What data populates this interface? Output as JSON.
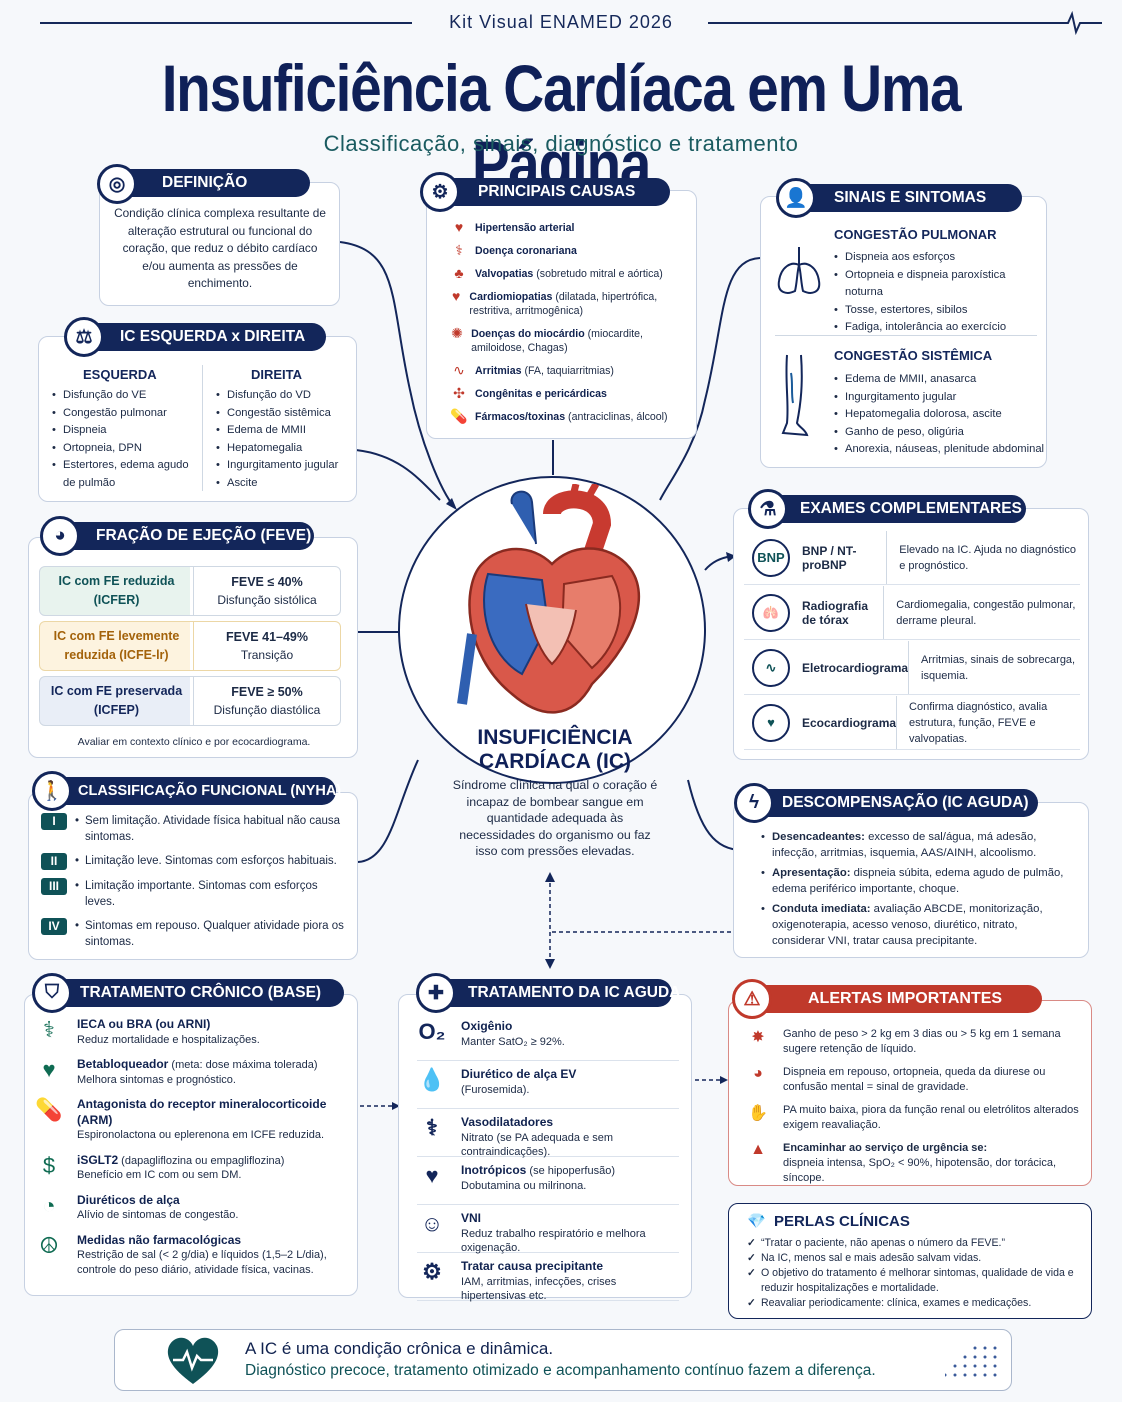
{
  "kicker": "Kit Visual ENAMED 2026",
  "title": "Insuficiência Cardíaca em Uma Página",
  "subtitle": "Classificação, sinais, diagnóstico e tratamento",
  "definicao": {
    "header": "DEFINIÇÃO",
    "text": "Condição clínica complexa resultante de alteração estrutural ou funcional do coração, que reduz o débito cardíaco e/ou aumenta as pressões de enchimento."
  },
  "causas": {
    "header": "PRINCIPAIS CAUSAS",
    "items": [
      {
        "b": "Hipertensão arterial",
        "t": ""
      },
      {
        "b": "Doença coronariana",
        "t": ""
      },
      {
        "b": "Valvopatias",
        "t": " (sobretudo mitral e aórtica)"
      },
      {
        "b": "Cardiomiopatias",
        "t": " (dilatada, hipertrófica, restritiva, arritmogênica)"
      },
      {
        "b": "Doenças do miocárdio",
        "t": " (miocardite, amiloidose, Chagas)"
      },
      {
        "b": "Arritmias",
        "t": " (FA, taquiarritmias)"
      },
      {
        "b": "Congênitas e pericárdicas",
        "t": ""
      },
      {
        "b": "Fármacos/toxinas",
        "t": " (antraciclinas, álcool)"
      }
    ]
  },
  "sinais": {
    "header": "SINAIS E SINTOMAS",
    "pulm_title": "CONGESTÃO PULMONAR",
    "pulm": [
      "Dispneia aos esforços",
      "Ortopneia e dispneia paroxística noturna",
      "Tosse, estertores, sibilos",
      "Fadiga, intolerância ao exercício"
    ],
    "sist_title": "CONGESTÃO SISTÊMICA",
    "sist": [
      "Edema de MMII, anasarca",
      "Ingurgitamento jugular",
      "Hepatomegalia dolorosa, ascite",
      "Ganho de peso, oligúria",
      "Anorexia, náuseas, plenitude abdominal"
    ]
  },
  "icd": {
    "header": "IC ESQUERDA x DIREITA",
    "esq_title": "ESQUERDA",
    "esq": [
      "Disfunção do VE",
      "Congestão pulmonar",
      "Dispneia",
      "Ortopneia, DPN",
      "Estertores, edema agudo de pulmão"
    ],
    "dir_title": "DIREITA",
    "dir": [
      "Disfunção do VD",
      "Congestão sistêmica",
      "Edema de MMII",
      "Hepatomegalia",
      "Ingurgitamento jugular",
      "Ascite"
    ]
  },
  "feve": {
    "header": "FRAÇÃO DE EJEÇÃO (FEVE)",
    "rows": [
      {
        "l": "IC com FE reduzida (ICFER)",
        "v": "FEVE ≤ 40%",
        "d": "Disfunção sistólica"
      },
      {
        "l": "IC com FE levemente reduzida (ICFE-lr)",
        "v": "FEVE 41–49%",
        "d": "Transição"
      },
      {
        "l": "IC com FE preservada (ICFEP)",
        "v": "FEVE ≥ 50%",
        "d": "Disfunção diastólica"
      }
    ],
    "note": "Avaliar em contexto clínico e por ecocardiograma."
  },
  "nyha": {
    "header": "CLASSIFICAÇÃO FUNCIONAL (NYHA)",
    "items": [
      {
        "n": "I",
        "t": "Sem limitação. Atividade física habitual não causa sintomas."
      },
      {
        "n": "II",
        "t": "Limitação leve. Sintomas com esforços habituais."
      },
      {
        "n": "III",
        "t": "Limitação importante. Sintomas com esforços leves."
      },
      {
        "n": "IV",
        "t": "Sintomas em repouso. Qualquer atividade piora os sintomas."
      }
    ]
  },
  "center": {
    "title1": "INSUFICIÊNCIA",
    "title2": "CARDÍACA (IC)",
    "text": "Síndrome clínica na qual o coração é incapaz de bombear sangue em quantidade adequada às necessidades do organismo ou faz isso com pressões elevadas."
  },
  "exames": {
    "header": "EXAMES COMPLEMENTARES",
    "items": [
      {
        "i": "BNP",
        "n": "BNP / NT-proBNP",
        "d": "Elevado na IC. Ajuda no diagnóstico e prognóstico."
      },
      {
        "i": "🫁",
        "n": "Radiografia de tórax",
        "d": "Cardiomegalia, congestão pulmonar, derrame pleural."
      },
      {
        "i": "∿",
        "n": "Eletrocardiograma",
        "d": "Arritmias, sinais de sobrecarga, isquemia."
      },
      {
        "i": "♥",
        "n": "Ecocardiograma",
        "d": "Confirma diagnóstico, avalia estrutura, função, FEVE e valvopatias."
      }
    ]
  },
  "descomp": {
    "header": "DESCOMPENSAÇÃO (IC AGUDA)",
    "items": [
      {
        "b": "Desencadeantes:",
        "t": " excesso de sal/água, má adesão, infecção, arritmias, isquemia, AAS/AINH, alcoolismo."
      },
      {
        "b": "Apresentação:",
        "t": " dispneia súbita, edema agudo de pulmão, edema periférico importante, choque."
      },
      {
        "b": "Conduta imediata:",
        "t": " avaliação ABCDE, monitorização, oxigenoterapia, acesso venoso, diurético, nitrato, considerar VNI, tratar causa precipitante."
      }
    ]
  },
  "cronico": {
    "header": "TRATAMENTO CRÔNICO (BASE)",
    "items": [
      {
        "i": "⚕",
        "b": "IECA ou BRA (ou ARNI)",
        "s": "",
        "t": "Reduz mortalidade e hospitalizações."
      },
      {
        "i": "♥",
        "b": "Betabloqueador",
        "s": " (meta: dose máxima tolerada)",
        "t": "Melhora sintomas e prognóstico."
      },
      {
        "i": "💊",
        "b": "Antagonista do receptor mineralocorticoide (ARM)",
        "s": "",
        "t": "Espironolactona ou eplerenona em ICFE reduzida."
      },
      {
        "i": "$",
        "b": "iSGLT2",
        "s": " (dapagliflozina ou empagliflozina)",
        "t": "Benefício em IC com ou sem DM."
      },
      {
        "i": "◔",
        "b": "Diuréticos de alça",
        "s": "",
        "t": "Alívio de sintomas de congestão."
      },
      {
        "i": "☮",
        "b": "Medidas não farmacológicas",
        "s": "",
        "t": "Restrição de sal (< 2 g/dia) e líquidos (1,5–2 L/dia), controle do peso diário, atividade física, vacinas."
      }
    ]
  },
  "aguda": {
    "header": "TRATAMENTO DA IC AGUDA",
    "items": [
      {
        "i": "O₂",
        "b": "Oxigênio",
        "t": "Manter SatO₂ ≥ 92%."
      },
      {
        "i": "💧",
        "b": "Diurético de alça EV",
        "t": "(Furosemida)."
      },
      {
        "i": "⚕",
        "b": "Vasodilatadores",
        "t": "Nitrato (se PA adequada e sem contraindicações)."
      },
      {
        "i": "♥",
        "b": "Inotrópicos",
        "s": " (se hipoperfusão)",
        "t": "Dobutamina ou milrinona."
      },
      {
        "i": "☺",
        "b": "VNI",
        "t": "Reduz trabalho respiratório e melhora oxigenação."
      },
      {
        "i": "⚙",
        "b": "Tratar causa precipitante",
        "t": "IAM, arritmias, infecções, crises hipertensivas etc."
      }
    ]
  },
  "alertas": {
    "header": "ALERTAS IMPORTANTES",
    "items": [
      {
        "i": "✸",
        "t": "Ganho de peso > 2 kg em 3 dias ou > 5 kg em 1 semana sugere retenção de líquido."
      },
      {
        "i": "◕",
        "t": "Dispneia em repouso, ortopneia, queda da diurese ou confusão mental = sinal de gravidade."
      },
      {
        "i": "✋",
        "t": "PA muito baixa, piora da função renal ou eletrólitos alterados exigem reavaliação."
      },
      {
        "i": "▲",
        "b": "Encaminhar ao serviço de urgência se:",
        "t": "dispneia intensa, SpO₂ < 90%, hipotensão, dor torácica, síncope."
      }
    ]
  },
  "perlas": {
    "header": "PERLAS CLÍNICAS",
    "items": [
      "“Tratar o paciente, não apenas o número da FEVE.”",
      "Na IC, menos sal e mais adesão salvam vidas.",
      "O objetivo do tratamento é melhorar sintomas, qualidade de vida e reduzir hospitalizações e mortalidade.",
      "Reavaliar periodicamente: clínica, exames e medicações."
    ]
  },
  "footer": {
    "line1": "A IC é uma condição crônica e dinâmica.",
    "line2": "Diagnóstico precoce, tratamento otimizado e acompanhamento contínuo fazem a diferença."
  },
  "colors": {
    "navy": "#13265a",
    "teal": "#0f5257",
    "red": "#c0392b"
  }
}
